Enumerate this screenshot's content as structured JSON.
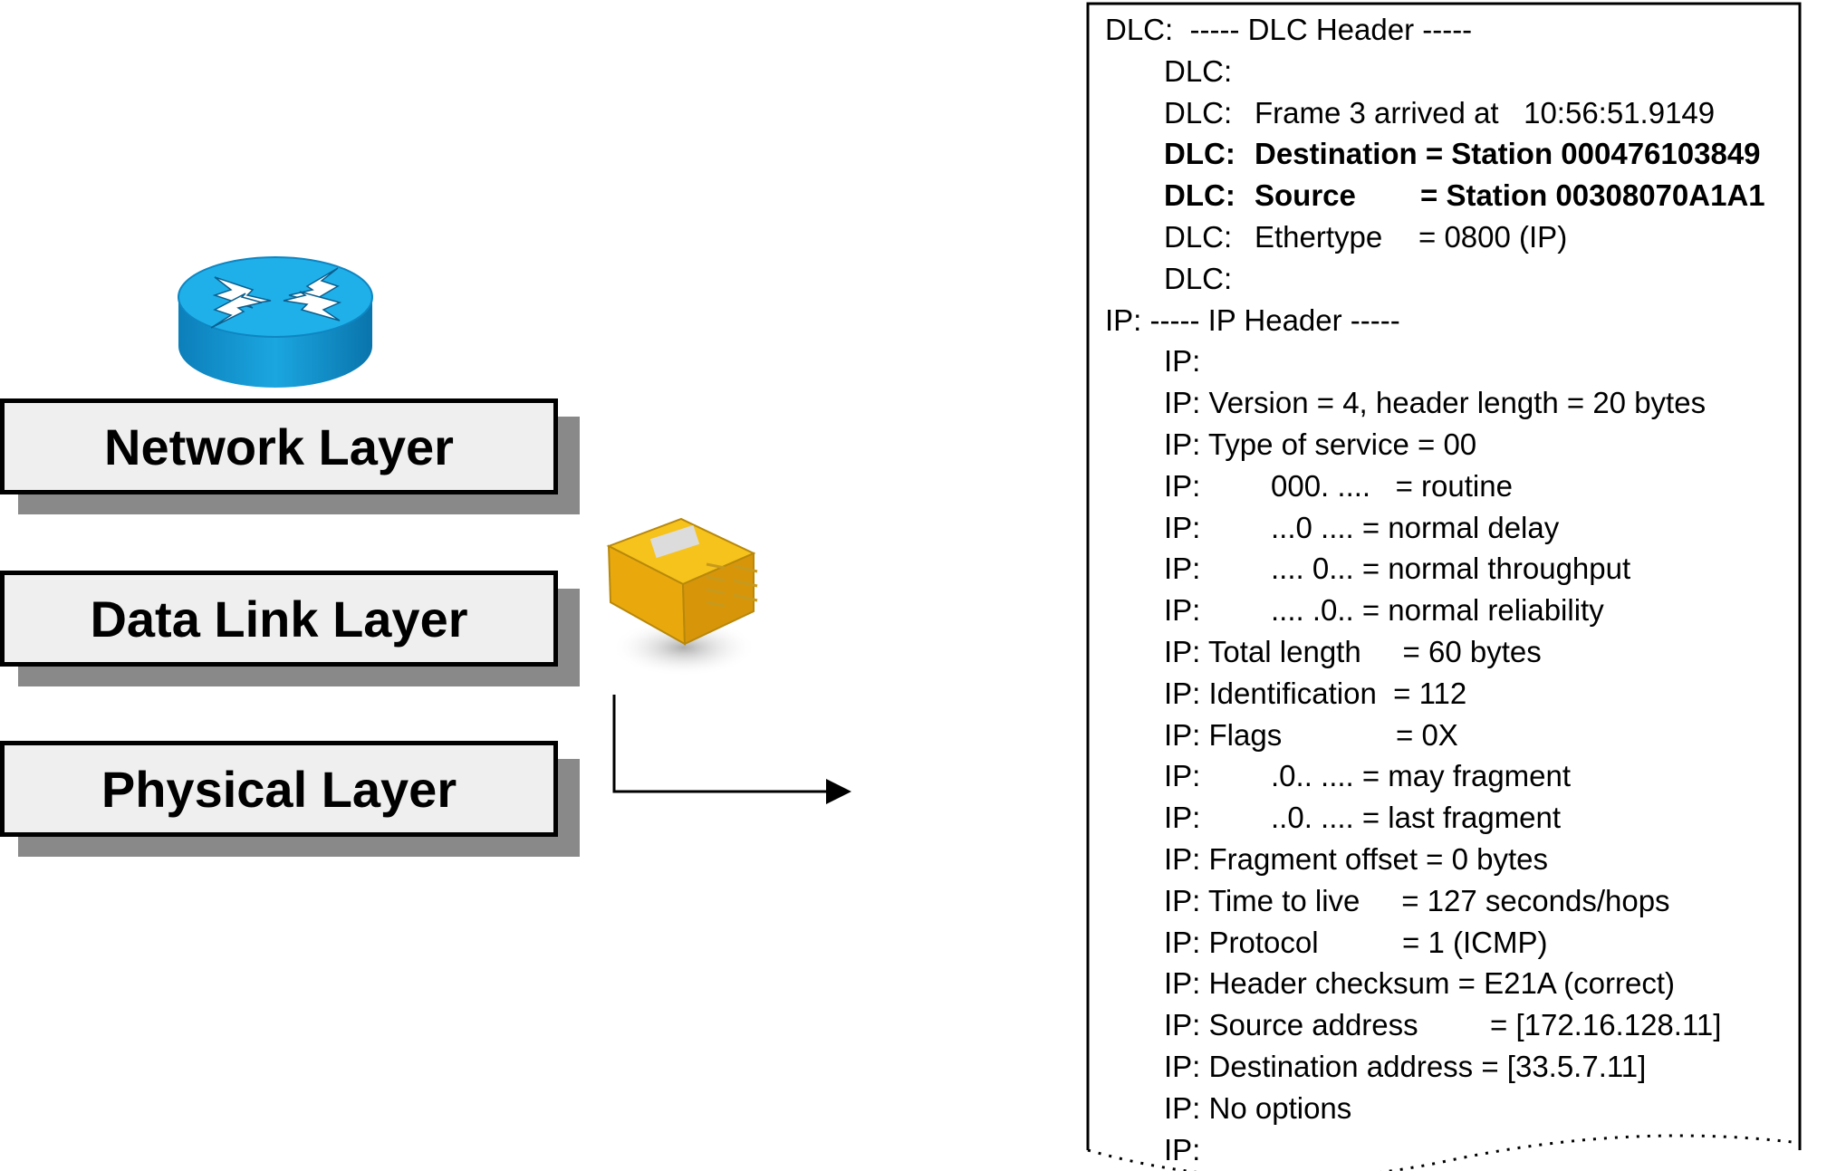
{
  "layers": {
    "network": "Network Layer",
    "data_link": "Data Link Layer",
    "physical": "Physical Layer"
  },
  "icons": {
    "router": "router-icon",
    "frame": "nic-card-icon",
    "arrow": "arrow-right-icon"
  },
  "colors": {
    "router_blue": "#1aa2dc",
    "router_dark": "#0b78b0",
    "card_yellow": "#f1b70f",
    "layer_fill": "#efefef",
    "layer_shadow": "#898989"
  },
  "capture": {
    "lines": [
      {
        "indent": 0,
        "bold": false,
        "segs": [
          {
            "col": 0,
            "text": "DLC:  ----- DLC Header -----"
          }
        ]
      },
      {
        "indent": 1,
        "bold": false,
        "segs": [
          {
            "col": 0,
            "text": "DLC:"
          }
        ]
      },
      {
        "indent": 1,
        "bold": false,
        "segs": [
          {
            "col": 0,
            "text": "DLC:"
          },
          {
            "col": 1,
            "text": "Frame 3 arrived at   10:56:51.9149"
          }
        ]
      },
      {
        "indent": 1,
        "bold": true,
        "segs": [
          {
            "col": 0,
            "text": "DLC:"
          },
          {
            "col": 1,
            "text": "Destination = Station 000476103849"
          }
        ]
      },
      {
        "indent": 1,
        "bold": true,
        "segs": [
          {
            "col": 0,
            "text": "DLC:"
          },
          {
            "col": 1,
            "text": "Source"
          },
          {
            "col": 2,
            "text": "= Station 00308070A1A1"
          }
        ]
      },
      {
        "indent": 1,
        "bold": false,
        "segs": [
          {
            "col": 0,
            "text": "DLC:"
          },
          {
            "col": 1,
            "text": "Ethertype"
          },
          {
            "col": 3,
            "text": "= 0800 (IP)"
          }
        ]
      },
      {
        "indent": 1,
        "bold": false,
        "segs": [
          {
            "col": 0,
            "text": "DLC:"
          }
        ]
      },
      {
        "indent": 0,
        "bold": false,
        "segs": [
          {
            "col": 0,
            "text": "IP: ----- IP Header -----"
          }
        ]
      },
      {
        "indent": 1,
        "bold": false,
        "segs": [
          {
            "col": 0,
            "text": "IP:"
          }
        ]
      },
      {
        "indent": 1,
        "bold": false,
        "segs": [
          {
            "col": 0,
            "text": "IP: Version = 4, header length = 20 bytes"
          }
        ]
      },
      {
        "indent": 1,
        "bold": false,
        "segs": [
          {
            "col": 0,
            "text": "IP: Type of service = 00"
          }
        ]
      },
      {
        "indent": 1,
        "bold": false,
        "segs": [
          {
            "col": 0,
            "text": "IP:"
          },
          {
            "col": 4,
            "text": "000. ....   = routine"
          }
        ]
      },
      {
        "indent": 1,
        "bold": false,
        "segs": [
          {
            "col": 0,
            "text": "IP:"
          },
          {
            "col": 4,
            "text": "...0 .... = normal delay"
          }
        ]
      },
      {
        "indent": 1,
        "bold": false,
        "segs": [
          {
            "col": 0,
            "text": "IP:"
          },
          {
            "col": 4,
            "text": ".... 0... = normal throughput"
          }
        ]
      },
      {
        "indent": 1,
        "bold": false,
        "segs": [
          {
            "col": 0,
            "text": "IP:"
          },
          {
            "col": 4,
            "text": ".... .0.. = normal reliability"
          }
        ]
      },
      {
        "indent": 1,
        "bold": false,
        "segs": [
          {
            "col": 0,
            "text": "IP: Total length     = 60 bytes"
          }
        ]
      },
      {
        "indent": 1,
        "bold": false,
        "segs": [
          {
            "col": 0,
            "text": "IP: Identification  = 112"
          }
        ]
      },
      {
        "indent": 1,
        "bold": false,
        "segs": [
          {
            "col": 0,
            "text": "IP: Flags"
          },
          {
            "col": 5,
            "text": "= 0X"
          }
        ]
      },
      {
        "indent": 1,
        "bold": false,
        "segs": [
          {
            "col": 0,
            "text": "IP:"
          },
          {
            "col": 4,
            "text": ".0.. .... = may fragment"
          }
        ]
      },
      {
        "indent": 1,
        "bold": false,
        "segs": [
          {
            "col": 0,
            "text": "IP:"
          },
          {
            "col": 4,
            "text": "..0. .... = last fragment"
          }
        ]
      },
      {
        "indent": 1,
        "bold": false,
        "segs": [
          {
            "col": 0,
            "text": "IP: Fragment offset = 0 bytes"
          }
        ]
      },
      {
        "indent": 1,
        "bold": false,
        "segs": [
          {
            "col": 0,
            "text": "IP: Time to live     = 127 seconds/hops"
          }
        ]
      },
      {
        "indent": 1,
        "bold": false,
        "segs": [
          {
            "col": 0,
            "text": "IP: Protocol"
          },
          {
            "col": 6,
            "text": "= 1 (ICMP)"
          }
        ]
      },
      {
        "indent": 1,
        "bold": false,
        "segs": [
          {
            "col": 0,
            "text": "IP: Header checksum = E21A (correct)"
          }
        ]
      },
      {
        "indent": 1,
        "bold": false,
        "segs": [
          {
            "col": 0,
            "text": "IP: Source address"
          },
          {
            "col": 7,
            "text": "= [172.16.128.11]"
          }
        ]
      },
      {
        "indent": 1,
        "bold": false,
        "segs": [
          {
            "col": 0,
            "text": "IP: Destination address = [33.5.7.11]"
          }
        ]
      },
      {
        "indent": 1,
        "bold": false,
        "segs": [
          {
            "col": 0,
            "text": "IP: No options"
          }
        ]
      },
      {
        "indent": 1,
        "bold": false,
        "segs": [
          {
            "col": 0,
            "text": "IP:"
          }
        ]
      }
    ]
  }
}
